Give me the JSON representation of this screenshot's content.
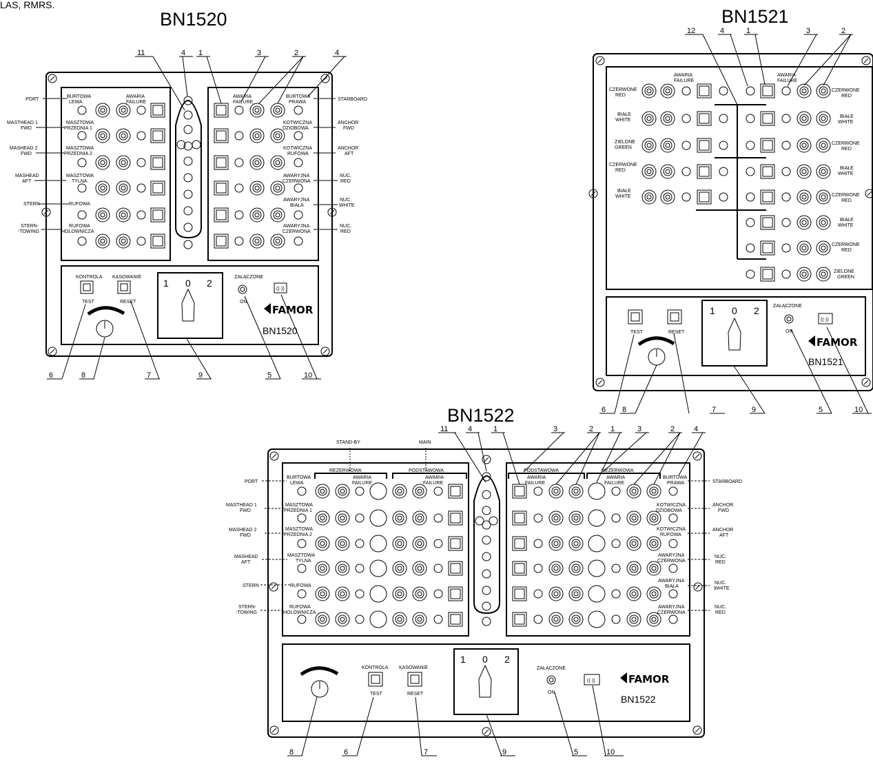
{
  "header_fragment": "LAS, RMRS.",
  "brand": "FAMOR",
  "panels": {
    "bn1520": {
      "title": "BN1520",
      "callouts_top": [
        "11",
        "4",
        "1",
        "3",
        "2",
        "4"
      ],
      "callouts_bottom": [
        "6",
        "8",
        "7",
        "9",
        "5",
        "10"
      ],
      "side_left": [
        "PORT",
        "MASTHEAD 1",
        "FWD",
        "MASHEAD 2",
        "FWD",
        "MASHEAD",
        "AFT",
        "STERN",
        "STERN-",
        "-TOWING"
      ],
      "side_right": [
        "STARBOARD",
        "ANCHOR",
        "FWD",
        "ANCHOR",
        "AFT",
        "NUC.",
        "RED",
        "NUC.",
        "WHITE",
        "NUC.",
        "RED"
      ],
      "left_labels": [
        "BURTOWA",
        "LEWA",
        "MASZTOWA",
        "PRZEDNIA 1",
        "MASZTOWA",
        "PRZEDNIA 2",
        "MASZTOWA",
        "TYLNA",
        "RUFOWA",
        "RUFOWA",
        "HOLOWNICZA"
      ],
      "right_labels": [
        "BURTOWA",
        "PRAWA",
        "KOTWICZNA",
        "DZIOBOWA",
        "KOTWICZNA",
        "RUFOWA",
        "AWARYJNA",
        "CZERWONA",
        "AWARYJNA",
        "BIAŁA",
        "AWARYJNA",
        "CZERWONA"
      ],
      "failure_label": [
        "AWARIA",
        "FAILURE"
      ],
      "kontrola": "KONTROLA",
      "test": "TEST",
      "kasowanie": "KASOWANIE",
      "reset": "RESET",
      "selector": [
        "1",
        "0",
        "2"
      ],
      "zalaczone": "ZAŁĄCZONE",
      "on": "ON",
      "model": "BN1520"
    },
    "bn1521": {
      "title": "BN1521",
      "callouts_top": [
        "12",
        "4",
        "1",
        "3",
        "2"
      ],
      "callouts_bottom": [
        "6",
        "8",
        "7",
        "9",
        "5",
        "10"
      ],
      "left_labels": [
        "CZERWONE",
        "RED",
        "BIAŁE",
        "WHITE",
        "ZIELONE",
        "GREEN",
        "CZERWONE",
        "RED",
        "BIAŁE",
        "WHITE"
      ],
      "right_labels": [
        "CZERWONE",
        "RED",
        "BIAŁE",
        "WHITE",
        "CZERWONE",
        "RED",
        "BIAŁE",
        "WHITE",
        "CZERWONE",
        "RED",
        "BIAŁE",
        "WHITE",
        "CZERWONE",
        "RED",
        "ZIELONE",
        "GREEN"
      ],
      "failure_label": [
        "AWARIA",
        "FAILURE"
      ],
      "test": "TEST",
      "reset": "RESET",
      "selector": [
        "1",
        "0",
        "2"
      ],
      "zalaczone": "ZAŁĄCZONE",
      "on": "ON",
      "model": "BN1521"
    },
    "bn1522": {
      "title": "BN1522",
      "callouts_top": [
        "11",
        "4",
        "1",
        "3",
        "2",
        "1",
        "3",
        "2",
        "4"
      ],
      "callouts_bottom": [
        "8",
        "6",
        "7",
        "9",
        "5",
        "10"
      ],
      "stand_by": "STAND-BY",
      "main": "MAIN",
      "rezerwowa": "REZERWOWA",
      "podstawowa": "PODSTAWOWA",
      "side_left": [
        "PORT",
        "MASTHEAD 1",
        "FWD",
        "MASHEAD 2",
        "FWD",
        "MASHEAD",
        "AFT",
        "STERN",
        "STERN-",
        "-TOWING"
      ],
      "side_right": [
        "STARBOARD",
        "ANCHOR",
        "FWD",
        "ANCHOR",
        "AFT",
        "NUC.",
        "RED",
        "NUC.",
        "WHITE",
        "NUC.",
        "RED"
      ],
      "left_labels": [
        "BURTOWA",
        "LEWA",
        "MASZTOWA",
        "PRZEDNIA 1",
        "MASZTOWA",
        "PRZEDNIA 2",
        "MASZTOWA",
        "TYLNA",
        "RUFOWA",
        "RUFOWA",
        "HOLOWNICZA"
      ],
      "right_labels": [
        "BURTOWA",
        "PRAWA",
        "KOTWICZNA",
        "DZIOBOWA",
        "KOTWICZNA",
        "RUFOWA",
        "AWARYJNA",
        "CZERWONA",
        "AWARYJNA",
        "BIAŁA",
        "AWARYJNA",
        "CZERWONA"
      ],
      "failure_label": [
        "AWARIA",
        "FAILURE"
      ],
      "kontrola": "KONTROLA",
      "test": "TEST",
      "kasowanie": "KASOWANIE",
      "reset": "RESET",
      "selector": [
        "1",
        "0",
        "2"
      ],
      "zalaczone": "ZAŁĄCZONE",
      "on": "ON",
      "model": "BN1522"
    }
  }
}
